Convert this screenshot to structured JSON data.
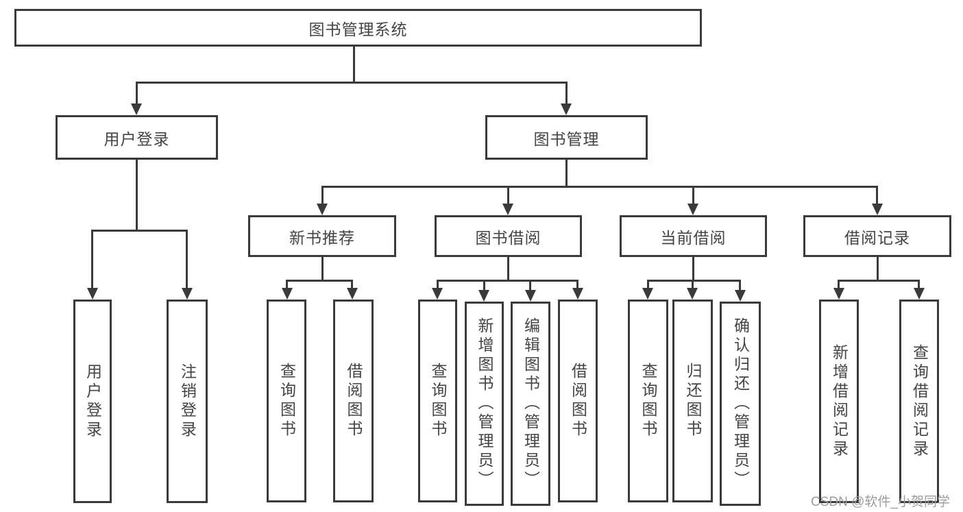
{
  "diagram": {
    "root": {
      "label": "图书管理系统"
    },
    "level2": [
      {
        "label": "用户登录"
      },
      {
        "label": "图书管理"
      }
    ],
    "level3": [
      {
        "label": "新书推荐"
      },
      {
        "label": "图书借阅"
      },
      {
        "label": "当前借阅"
      },
      {
        "label": "借阅记录"
      }
    ],
    "level4": {
      "user_login": [
        {
          "label": "用户登录"
        },
        {
          "label": "注销登录"
        }
      ],
      "new_book": [
        {
          "label": "查询图书"
        },
        {
          "label": "借阅图书"
        }
      ],
      "book_borrow": [
        {
          "label": "查询图书"
        },
        {
          "label": "新增图书（管理员）"
        },
        {
          "label": "编辑图书（管理员）"
        },
        {
          "label": "借阅图书"
        }
      ],
      "current_borrow": [
        {
          "label": "查询图书"
        },
        {
          "label": "归还图书"
        },
        {
          "label": "确认归还（管理员）"
        }
      ],
      "borrow_record": [
        {
          "label": "新增借阅记录"
        },
        {
          "label": "查询借阅记录"
        }
      ]
    },
    "watermark": "CSDN @软件_小贺同学",
    "colors": {
      "line": "#3a3a3a",
      "text": "#444444",
      "watermark": "#9c9c9c",
      "background": "#ffffff"
    }
  }
}
